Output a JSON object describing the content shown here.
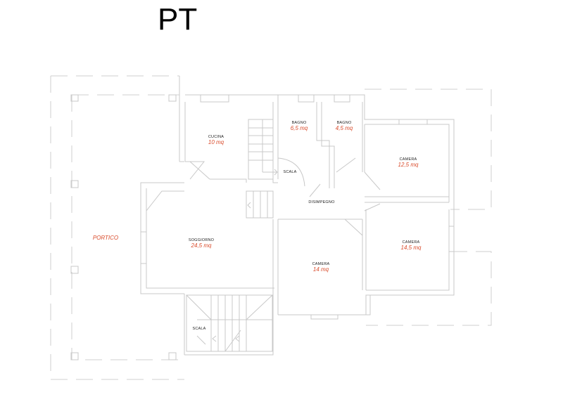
{
  "title": "PT",
  "rooms": {
    "cucina": {
      "label": "CUCINA",
      "area": "10 mq"
    },
    "bagno1": {
      "label": "BAGNO",
      "area": "6,5 mq"
    },
    "bagno2": {
      "label": "BAGNO",
      "area": "4,5 mq"
    },
    "camera1": {
      "label": "CAMERA",
      "area": "12,5 mq"
    },
    "camera2": {
      "label": "CAMERA",
      "area": "14,5 mq"
    },
    "camera3": {
      "label": "CAMERA",
      "area": "14 mq"
    },
    "soggiorno": {
      "label": "SOGGIORNO",
      "area": "24,5 mq"
    },
    "disimpegno": {
      "label": "DISIMPEGNO"
    },
    "scala_upper": {
      "label": "SCALA"
    },
    "scala_lower": {
      "label": "SCALA"
    },
    "portico": {
      "label": "PORTICO"
    }
  },
  "colors": {
    "area_text": "#d94b2b",
    "wall": "#c8c8c8",
    "label": "#222222"
  }
}
